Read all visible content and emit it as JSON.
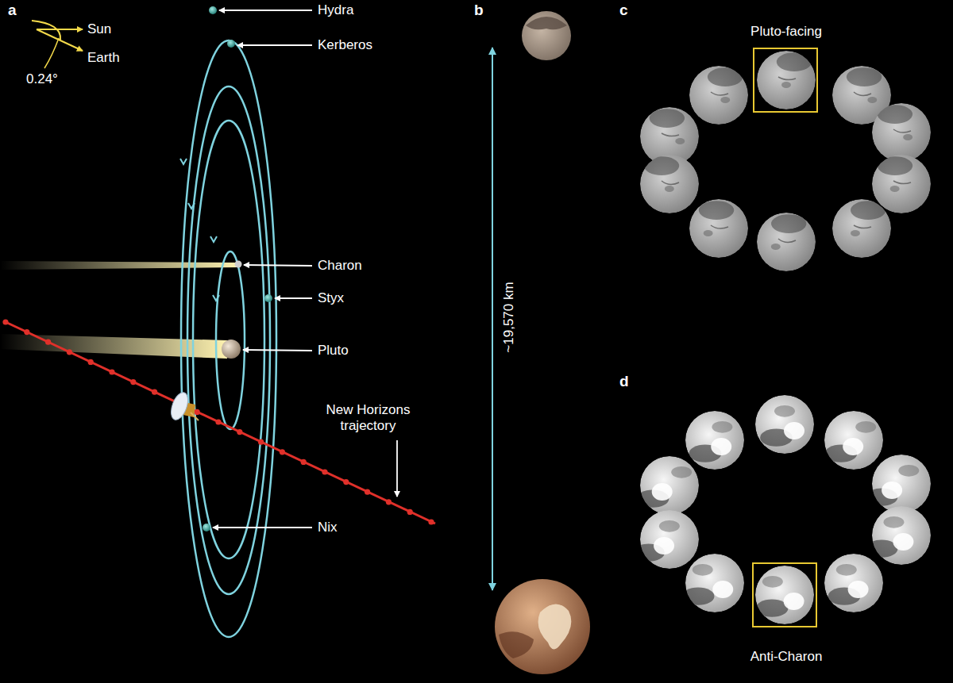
{
  "diagram": {
    "labels": [
      "a",
      "Sun",
      "Earth",
      "0.24°",
      "Hydra",
      "Kerberos",
      "Charon",
      "Styx",
      "Pluto",
      "Nix",
      "New Horizons trajectory",
      "b",
      "~19,570 km",
      "c",
      "Pluto-facing",
      "d",
      "Anti-Charon"
    ]
  }
}
